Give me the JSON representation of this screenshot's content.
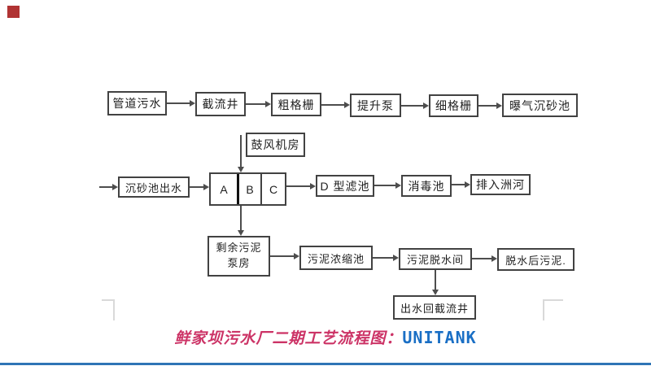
{
  "diagram": {
    "title_caption": {
      "zh": "鲜家坝污水厂二期工艺流程图：",
      "en": "UNITANK",
      "zh_color": "#cc3366",
      "en_color": "#1a6fc5"
    },
    "nodes": {
      "pipe_sewage": "管道污水",
      "intercept_well": "截流井",
      "coarse_screen": "粗格栅",
      "lift_pump": "提升泵",
      "fine_screen": "细格栅",
      "aerated_grit_tank": "曝气沉砂池",
      "blower_room": "鼓风机房",
      "grit_tank_outflow": "沉砂池出水",
      "cell_a": "A",
      "cell_b": "B",
      "cell_c": "C",
      "d_filter": "D 型滤池",
      "disinfection_tank": "消毒池",
      "discharge_river": "排入洲河",
      "surplus_sludge_line1": "剩余污泥",
      "surplus_sludge_line2": "泵房",
      "sludge_thickener": "污泥浓缩池",
      "sludge_dewatering_room": "污泥脱水间",
      "dewatered_sludge": "脱水后污泥.",
      "outflow_return_well": "出水回截流井"
    },
    "colors": {
      "box_border": "#424242",
      "arrow": "#4d4d4d",
      "red_square": "#b03333",
      "bottom_rule": "#2e74b5",
      "margin_mark": "#d9d9d9"
    }
  }
}
